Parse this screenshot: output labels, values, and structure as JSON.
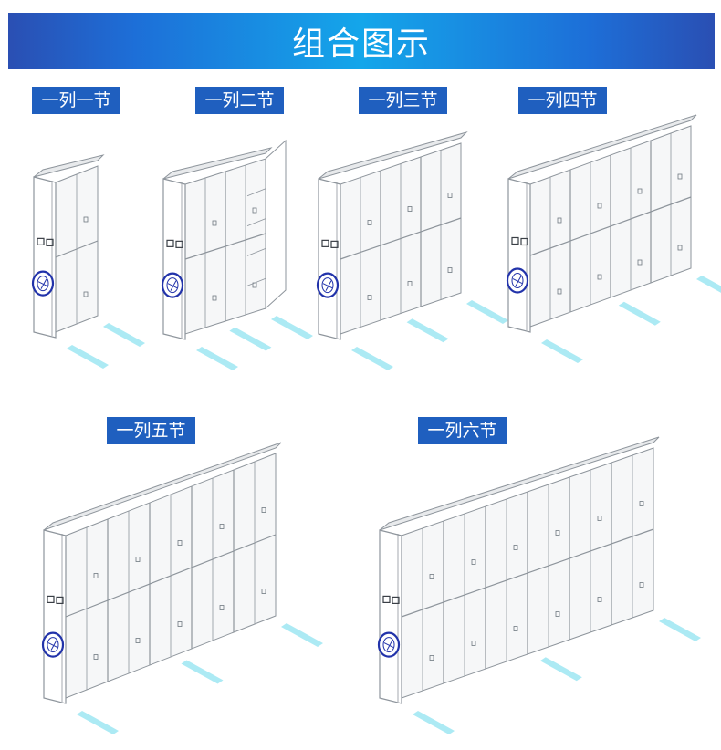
{
  "banner": {
    "title": "组合图示"
  },
  "variants": [
    {
      "label": "一列一节",
      "sections": 1
    },
    {
      "label": "一列二节",
      "sections": 2
    },
    {
      "label": "一列三节",
      "sections": 3
    },
    {
      "label": "一列四节",
      "sections": 4
    },
    {
      "label": "一列五节",
      "sections": 5
    },
    {
      "label": "一列六节",
      "sections": 6
    }
  ],
  "colors": {
    "banner": "#1d6fd8",
    "label_bg": "#1f5fbf",
    "cabinet_line": "#8e959c",
    "cabinet_fill": "#f6f7f8",
    "handle_ring": "#2233aa",
    "rail": "#9ee6f2"
  },
  "icons": {
    "handle": "rotating-handle-icon",
    "rail": "floor-rail"
  }
}
